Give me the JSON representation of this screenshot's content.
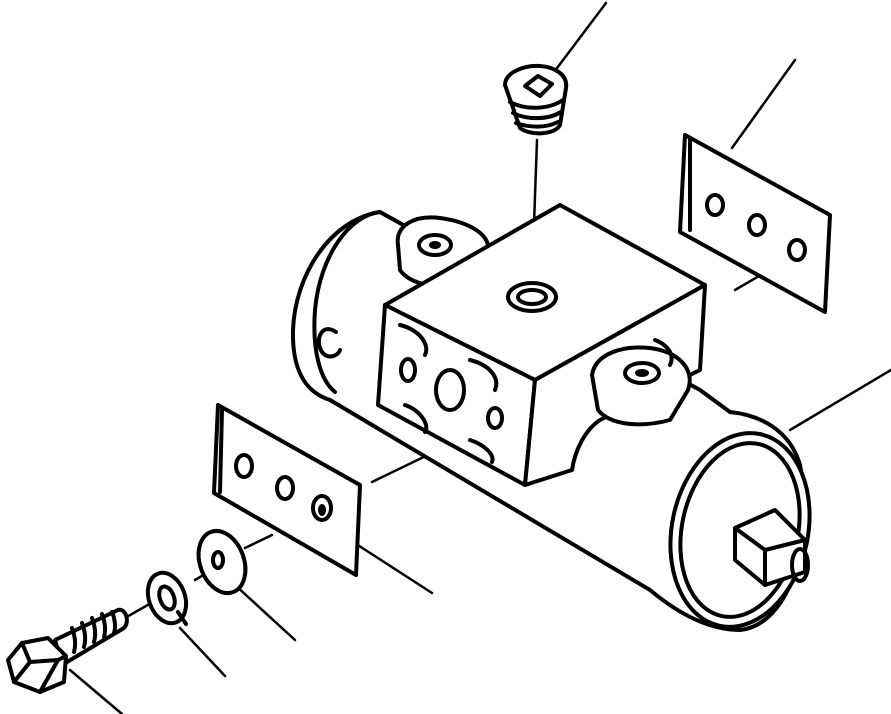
{
  "diagram": {
    "kind": "exploded-parts-view",
    "colors": {
      "line": "#000000",
      "background": "#ffffff"
    },
    "parts": [
      {
        "id": "plug",
        "icon": "threaded-plug-icon"
      },
      {
        "id": "gasket-right",
        "icon": "three-hole-gasket-icon"
      },
      {
        "id": "valve-body",
        "icon": "cylinder-valve-body-icon"
      },
      {
        "id": "gasket-left",
        "icon": "three-hole-gasket-icon"
      },
      {
        "id": "flat-washer",
        "icon": "flat-washer-icon"
      },
      {
        "id": "lock-washer",
        "icon": "split-lock-washer-icon"
      },
      {
        "id": "bolt",
        "icon": "hex-bolt-icon"
      }
    ]
  }
}
